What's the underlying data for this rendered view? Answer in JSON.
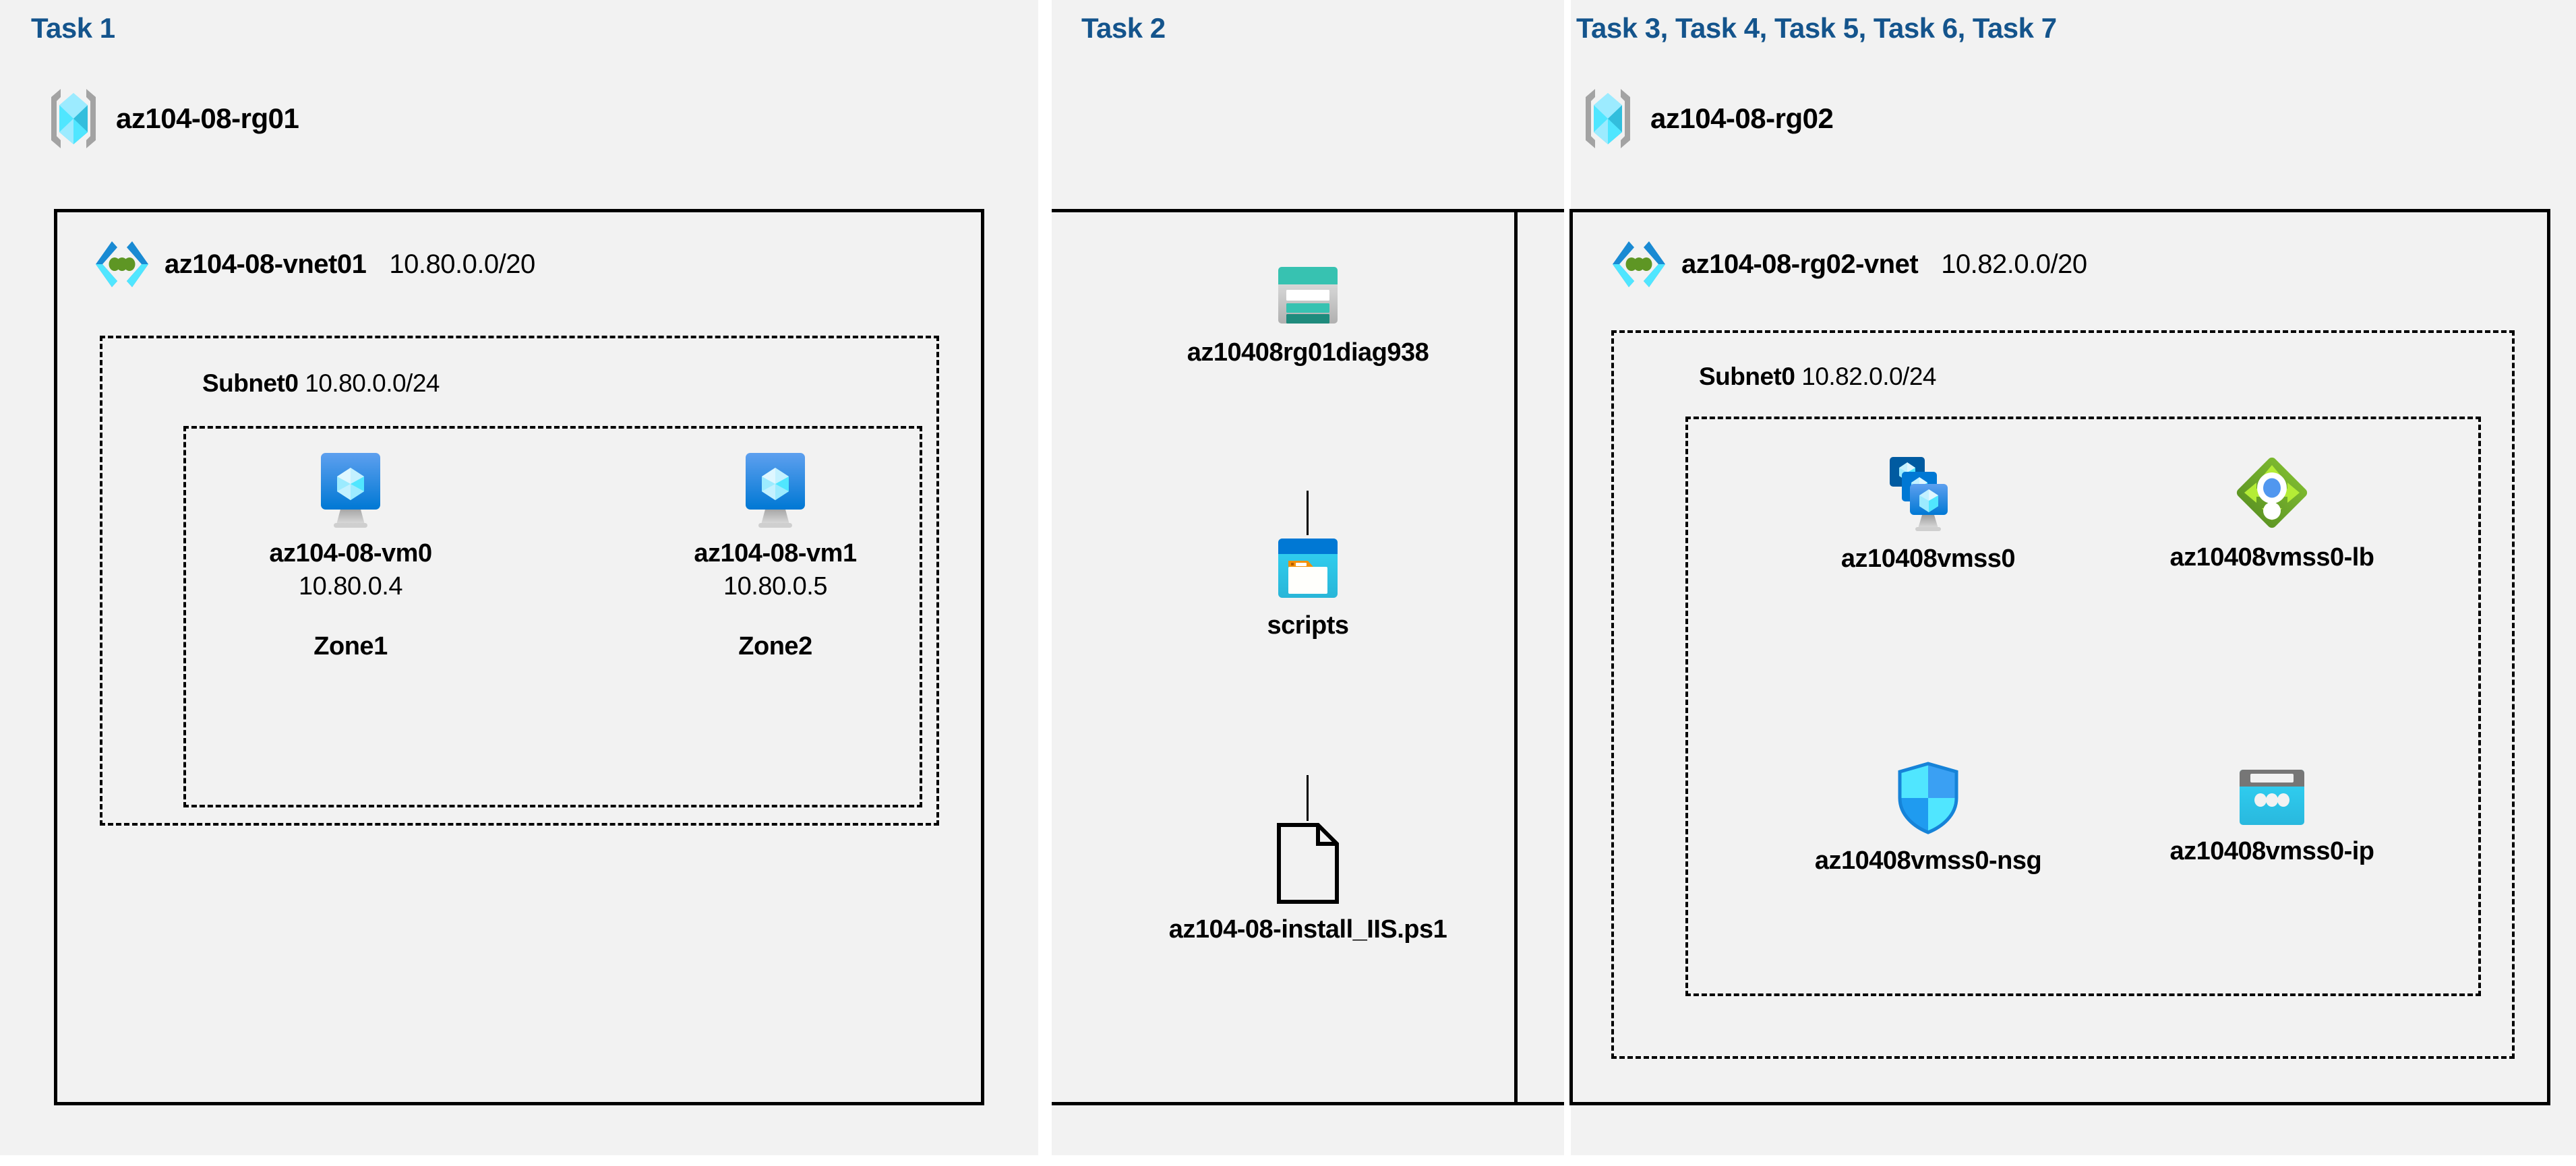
{
  "tasks": {
    "task1": {
      "label": "Task 1"
    },
    "task2": {
      "label": "Task 2"
    },
    "task3": {
      "label": "Task 3, Task 4, Task 5, Task 6, Task 7"
    }
  },
  "resource_groups": [
    {
      "name": "az104-08-rg01",
      "icon": "resource-group-icon"
    },
    {
      "name": "az104-08-rg02",
      "icon": "resource-group-icon"
    }
  ],
  "vnets": [
    {
      "name": "az104-08-vnet01",
      "cidr": "10.80.0.0/20",
      "icon": "virtual-network-icon"
    },
    {
      "name": "az104-08-rg02-vnet",
      "cidr": "10.82.0.0/20",
      "icon": "virtual-network-icon"
    }
  ],
  "subnets": [
    {
      "name": "Subnet0",
      "cidr": "10.80.0.0/24"
    },
    {
      "name": "Subnet0",
      "cidr": "10.82.0.0/24"
    }
  ],
  "virtual_machines": [
    {
      "name": "az104-08-vm0",
      "ip": "10.80.0.4",
      "zone": "Zone1",
      "icon": "virtual-machine-icon"
    },
    {
      "name": "az104-08-vm1",
      "ip": "10.80.0.5",
      "zone": "Zone2",
      "icon": "virtual-machine-icon"
    }
  ],
  "storage": {
    "account": {
      "name": "az10408rg01diag938",
      "icon": "storage-account-icon"
    },
    "container": {
      "name": "scripts",
      "icon": "blob-container-icon"
    },
    "file": {
      "name": "az104-08-install_IIS.ps1",
      "icon": "script-file-icon"
    }
  },
  "scale_set_resources": [
    {
      "name": "az10408vmss0",
      "icon": "vm-scale-set-icon"
    },
    {
      "name": "az10408vmss0-lb",
      "icon": "load-balancer-icon"
    },
    {
      "name": "az10408vmss0-nsg",
      "icon": "network-security-group-icon"
    },
    {
      "name": "az10408vmss0-ip",
      "icon": "public-ip-address-icon"
    }
  ],
  "colors": {
    "task_heading": "#14548c",
    "panel_background": "#f2f2f2",
    "border": "#000000",
    "azure_blue": "#0078d4",
    "azure_cyan": "#50e6ff",
    "storage_teal": "#37c2b1",
    "load_balancer_green": "#5e9624",
    "public_ip_cyan": "#32d4f5"
  }
}
